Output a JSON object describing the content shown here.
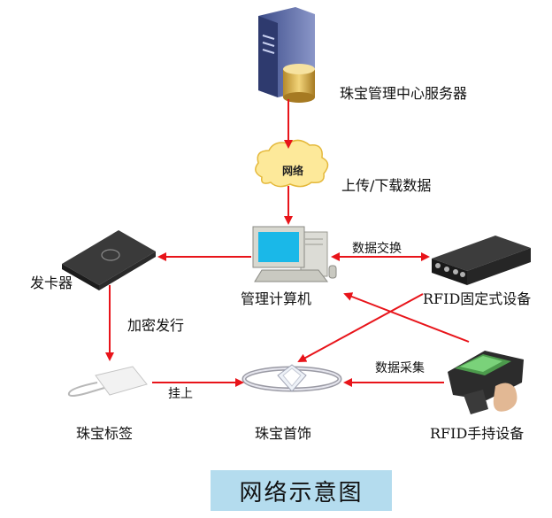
{
  "nodes": {
    "server": {
      "label": "珠宝管理中心服务器"
    },
    "network": {
      "label": "网络"
    },
    "computer": {
      "label": "管理计算机"
    },
    "card_issuer": {
      "label": "发卡器"
    },
    "rfid_fixed": {
      "label": "RFID固定式设备"
    },
    "tag": {
      "label": "珠宝标签"
    },
    "jewelry": {
      "label": "珠宝首饰"
    },
    "rfid_handheld": {
      "label": "RFID手持设备"
    }
  },
  "edges": {
    "upload_download": "上传/下载数据",
    "data_exchange": "数据交换",
    "encrypt_issue": "加密发行",
    "attach": "挂上",
    "data_collect": "数据采集"
  },
  "caption": "网络示意图",
  "colors": {
    "arrow": "#e8141a",
    "caption_bg": "#b4dcee"
  }
}
